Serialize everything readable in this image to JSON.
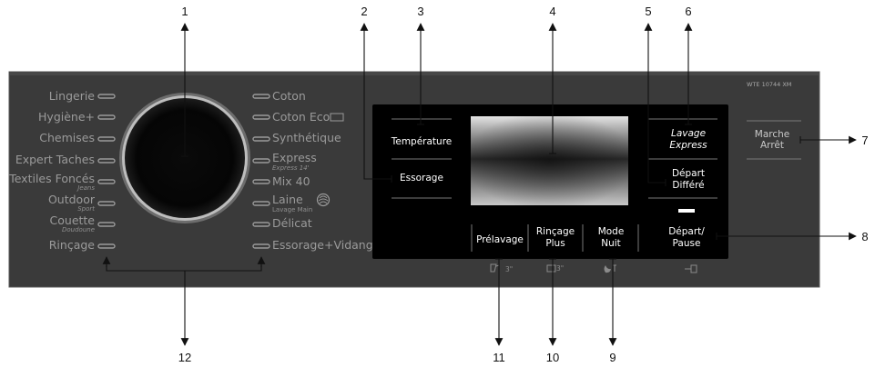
{
  "model": "WTE 10744 XM",
  "programs_left": [
    "Lingerie",
    "Hygiène+",
    "Chemises",
    "Expert Taches",
    "Textiles Foncés",
    "Outdoor",
    "Couette",
    "Rinçage"
  ],
  "programs_left_sub": {
    "textiles_fonces": "Jeans",
    "outdoor": "Sport",
    "couette": "Doudoune"
  },
  "programs_right": [
    "Coton",
    "Coton Eco",
    "Synthétique",
    "Express",
    "Mix 40",
    "Laine",
    "Délicat",
    "Essorage+Vidange"
  ],
  "programs_right_sub": {
    "express": "Express 14'",
    "laine": "Lavage Main"
  },
  "buttons": {
    "temperature": "Température",
    "essorage": "Essorage",
    "lavage_express": [
      "Lavage",
      "Express"
    ],
    "depart_differe": [
      "Départ",
      "Différé"
    ],
    "prelavage": "Prélavage",
    "rincage_plus": [
      "Rinçage",
      "Plus"
    ],
    "mode_nuit": [
      "Mode",
      "Nuit"
    ],
    "depart_pause": [
      "Départ/",
      "Pause"
    ],
    "marche_arret": [
      "Marche",
      "Arrêt"
    ]
  },
  "symbols": {
    "prelavage_time": "3\"",
    "rincage_time": "3\""
  },
  "callouts": [
    "1",
    "2",
    "3",
    "4",
    "5",
    "6",
    "7",
    "8",
    "9",
    "10",
    "11",
    "12"
  ]
}
